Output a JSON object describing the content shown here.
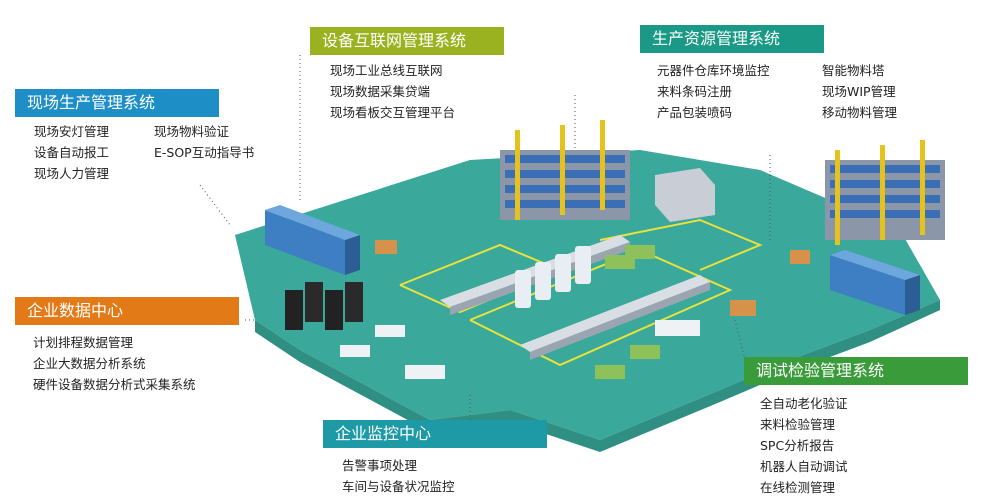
{
  "panels": {
    "field_production": {
      "title": "现场生产管理系统",
      "col1": [
        "现场安灯管理",
        "设备自动报工",
        "现场人力管理"
      ],
      "col2": [
        "现场物料验证",
        "E-SOP互动指导书"
      ]
    },
    "iot": {
      "title": "设备互联网管理系统",
      "items": [
        "现场工业总线互联网",
        "现场数据采集贷端",
        "现场看板交互管理平台"
      ]
    },
    "resource": {
      "title": "生产资源管理系统",
      "col1": [
        "元器件仓库环境监控",
        "来料条码注册",
        "产品包装喷码"
      ],
      "col2": [
        "智能物料塔",
        "现场WIP管理",
        "移动物料管理"
      ]
    },
    "data_center": {
      "title": "企业数据中心",
      "items": [
        "计划排程数据管理",
        "企业大数据分析系统",
        "硬件设备数据分析式采集系统"
      ]
    },
    "monitor": {
      "title": "企业监控中心",
      "items": [
        "告警事项处理",
        "车间与设备状况监控"
      ]
    },
    "testing": {
      "title": "调试检验管理系统",
      "items": [
        "全自动老化验证",
        "来料检验管理",
        "SPC分析报告",
        "机器人自动调试",
        "在线检测管理"
      ]
    }
  },
  "colors": {
    "floor": "#3aa89a",
    "floor_dark": "#2f8f83",
    "title_blue": "#1e8fc6",
    "title_olive": "#9ab21f",
    "title_teal": "#1a9a86",
    "title_orange": "#e27a18",
    "title_green": "#3a9b3a",
    "title_cyan": "#1e9aa6",
    "lane": "#e8e23a"
  }
}
